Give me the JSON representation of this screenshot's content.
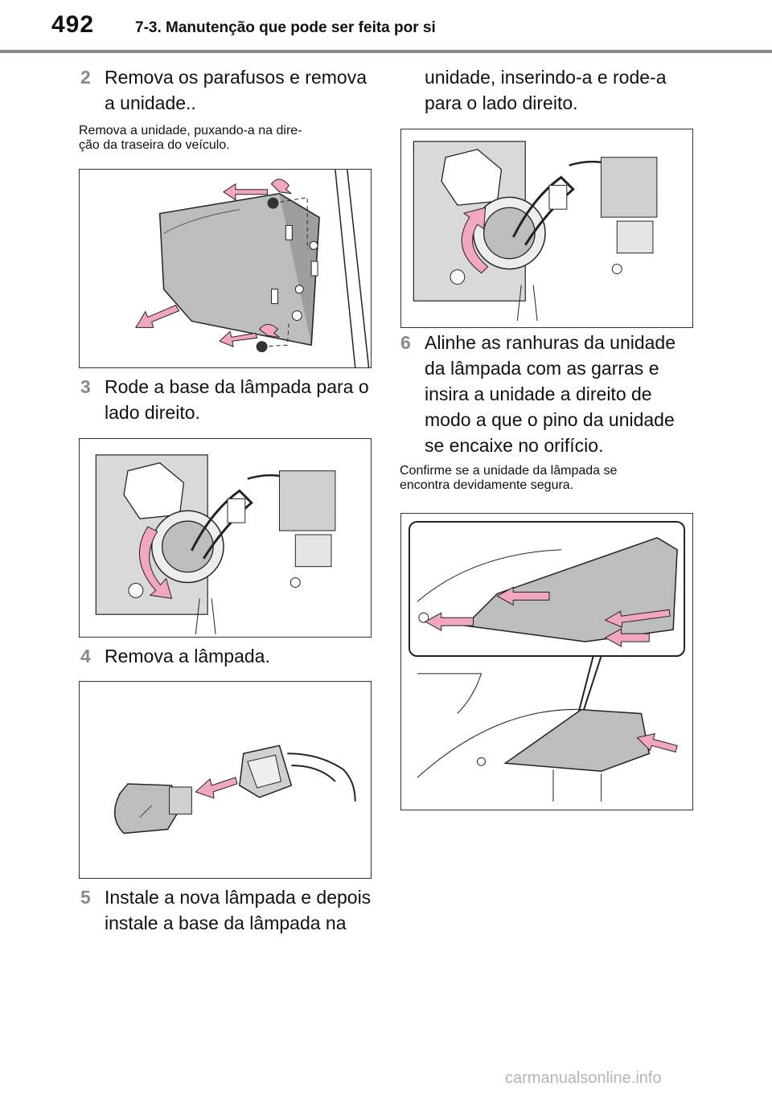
{
  "header": {
    "page_number": "492",
    "section_title": "7-3. Manutenção que pode ser feita por si"
  },
  "left_column": {
    "step2": {
      "number": "2",
      "lines": [
        "Remova os parafusos e remova",
        "a unidade.."
      ]
    },
    "note1": {
      "lines": [
        "Remova a unidade, puxando-a na dire-",
        "ção da traseira do veículo."
      ]
    },
    "step3": {
      "number": "3",
      "lines": [
        "Rode a base da lâmpada para o",
        "lado direito."
      ]
    },
    "step4": {
      "number": "4",
      "lines": [
        "Remova a lâmpada."
      ]
    },
    "step5": {
      "number": "5",
      "lines": [
        "Instale a nova lâmpada e depois",
        "instale a base da lâmpada na"
      ]
    }
  },
  "right_column": {
    "step5_cont": {
      "lines": [
        "unidade, inserindo-a e rode-a",
        "para o lado direito."
      ]
    },
    "step6": {
      "number": "6",
      "lines": [
        "Alinhe as ranhuras da unidade",
        "da lâmpada com as garras e",
        "insira a unidade a direito de",
        "modo a que o pino da unidade",
        "se encaixe no orifício."
      ]
    },
    "note2": {
      "lines": [
        "Confirme se a unidade da lâmpada se",
        "encontra devidamente segura."
      ]
    }
  },
  "watermark": "carmanualsonline.info",
  "colors": {
    "arrow": "#f2a6c0",
    "step_number": "#8a8a8a",
    "rule": "#8a8a8a"
  }
}
